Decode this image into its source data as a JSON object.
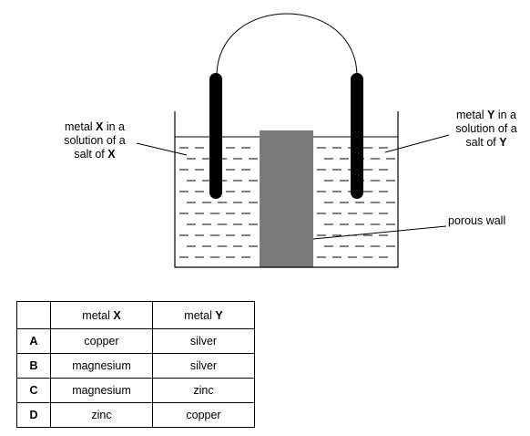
{
  "diagram": {
    "label_left": {
      "l1_pre": "metal ",
      "l1_bold": "X",
      "l1_post": " in a",
      "l2": "solution of a",
      "l3_pre": "salt of ",
      "l3_bold": "X"
    },
    "label_right": {
      "l1_pre": "metal ",
      "l1_bold": "Y",
      "l1_post": " in a",
      "l2": "solution of a",
      "l3_pre": "salt of ",
      "l3_bold": "Y"
    },
    "label_porous": "porous wall"
  },
  "table": {
    "header": {
      "x_pre": "metal ",
      "x_bold": "X",
      "y_pre": "metal ",
      "y_bold": "Y"
    },
    "rows": [
      {
        "key": "A",
        "x": "copper",
        "y": "silver"
      },
      {
        "key": "B",
        "x": "magnesium",
        "y": "silver"
      },
      {
        "key": "C",
        "x": "magnesium",
        "y": "zinc"
      },
      {
        "key": "D",
        "x": "zinc",
        "y": "copper"
      }
    ]
  }
}
